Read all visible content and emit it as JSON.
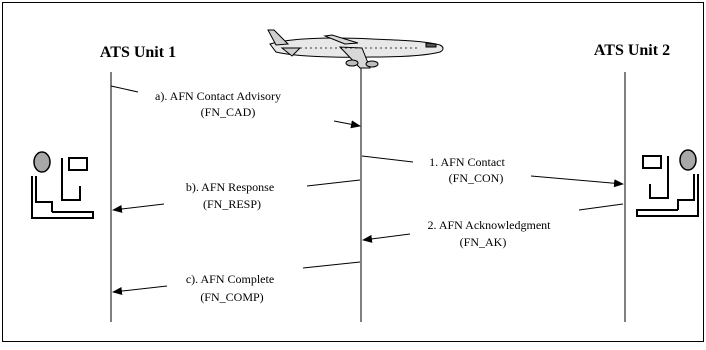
{
  "units": {
    "left": "ATS Unit 1",
    "right": "ATS Unit 2"
  },
  "messages": [
    {
      "id": "a",
      "label": "a). AFN Contact Advisory",
      "code": "(FN_CAD)"
    },
    {
      "id": "1",
      "label": "1. AFN Contact",
      "code": "(FN_CON)"
    },
    {
      "id": "b",
      "label": "b). AFN Response",
      "code": "(FN_RESP)"
    },
    {
      "id": "2",
      "label": "2. AFN Acknowledgment",
      "code": "(FN_AK)"
    },
    {
      "id": "c",
      "label": "c). AFN Complete",
      "code": "(FN_COMP)"
    }
  ],
  "icons": {
    "aircraft": "airplane-icon",
    "left_operator": "controller-workstation-icon",
    "right_operator": "controller-workstation-icon"
  },
  "colors": {
    "line": "#000000",
    "operator_head": "#a8a8a8",
    "border": "#000000"
  }
}
